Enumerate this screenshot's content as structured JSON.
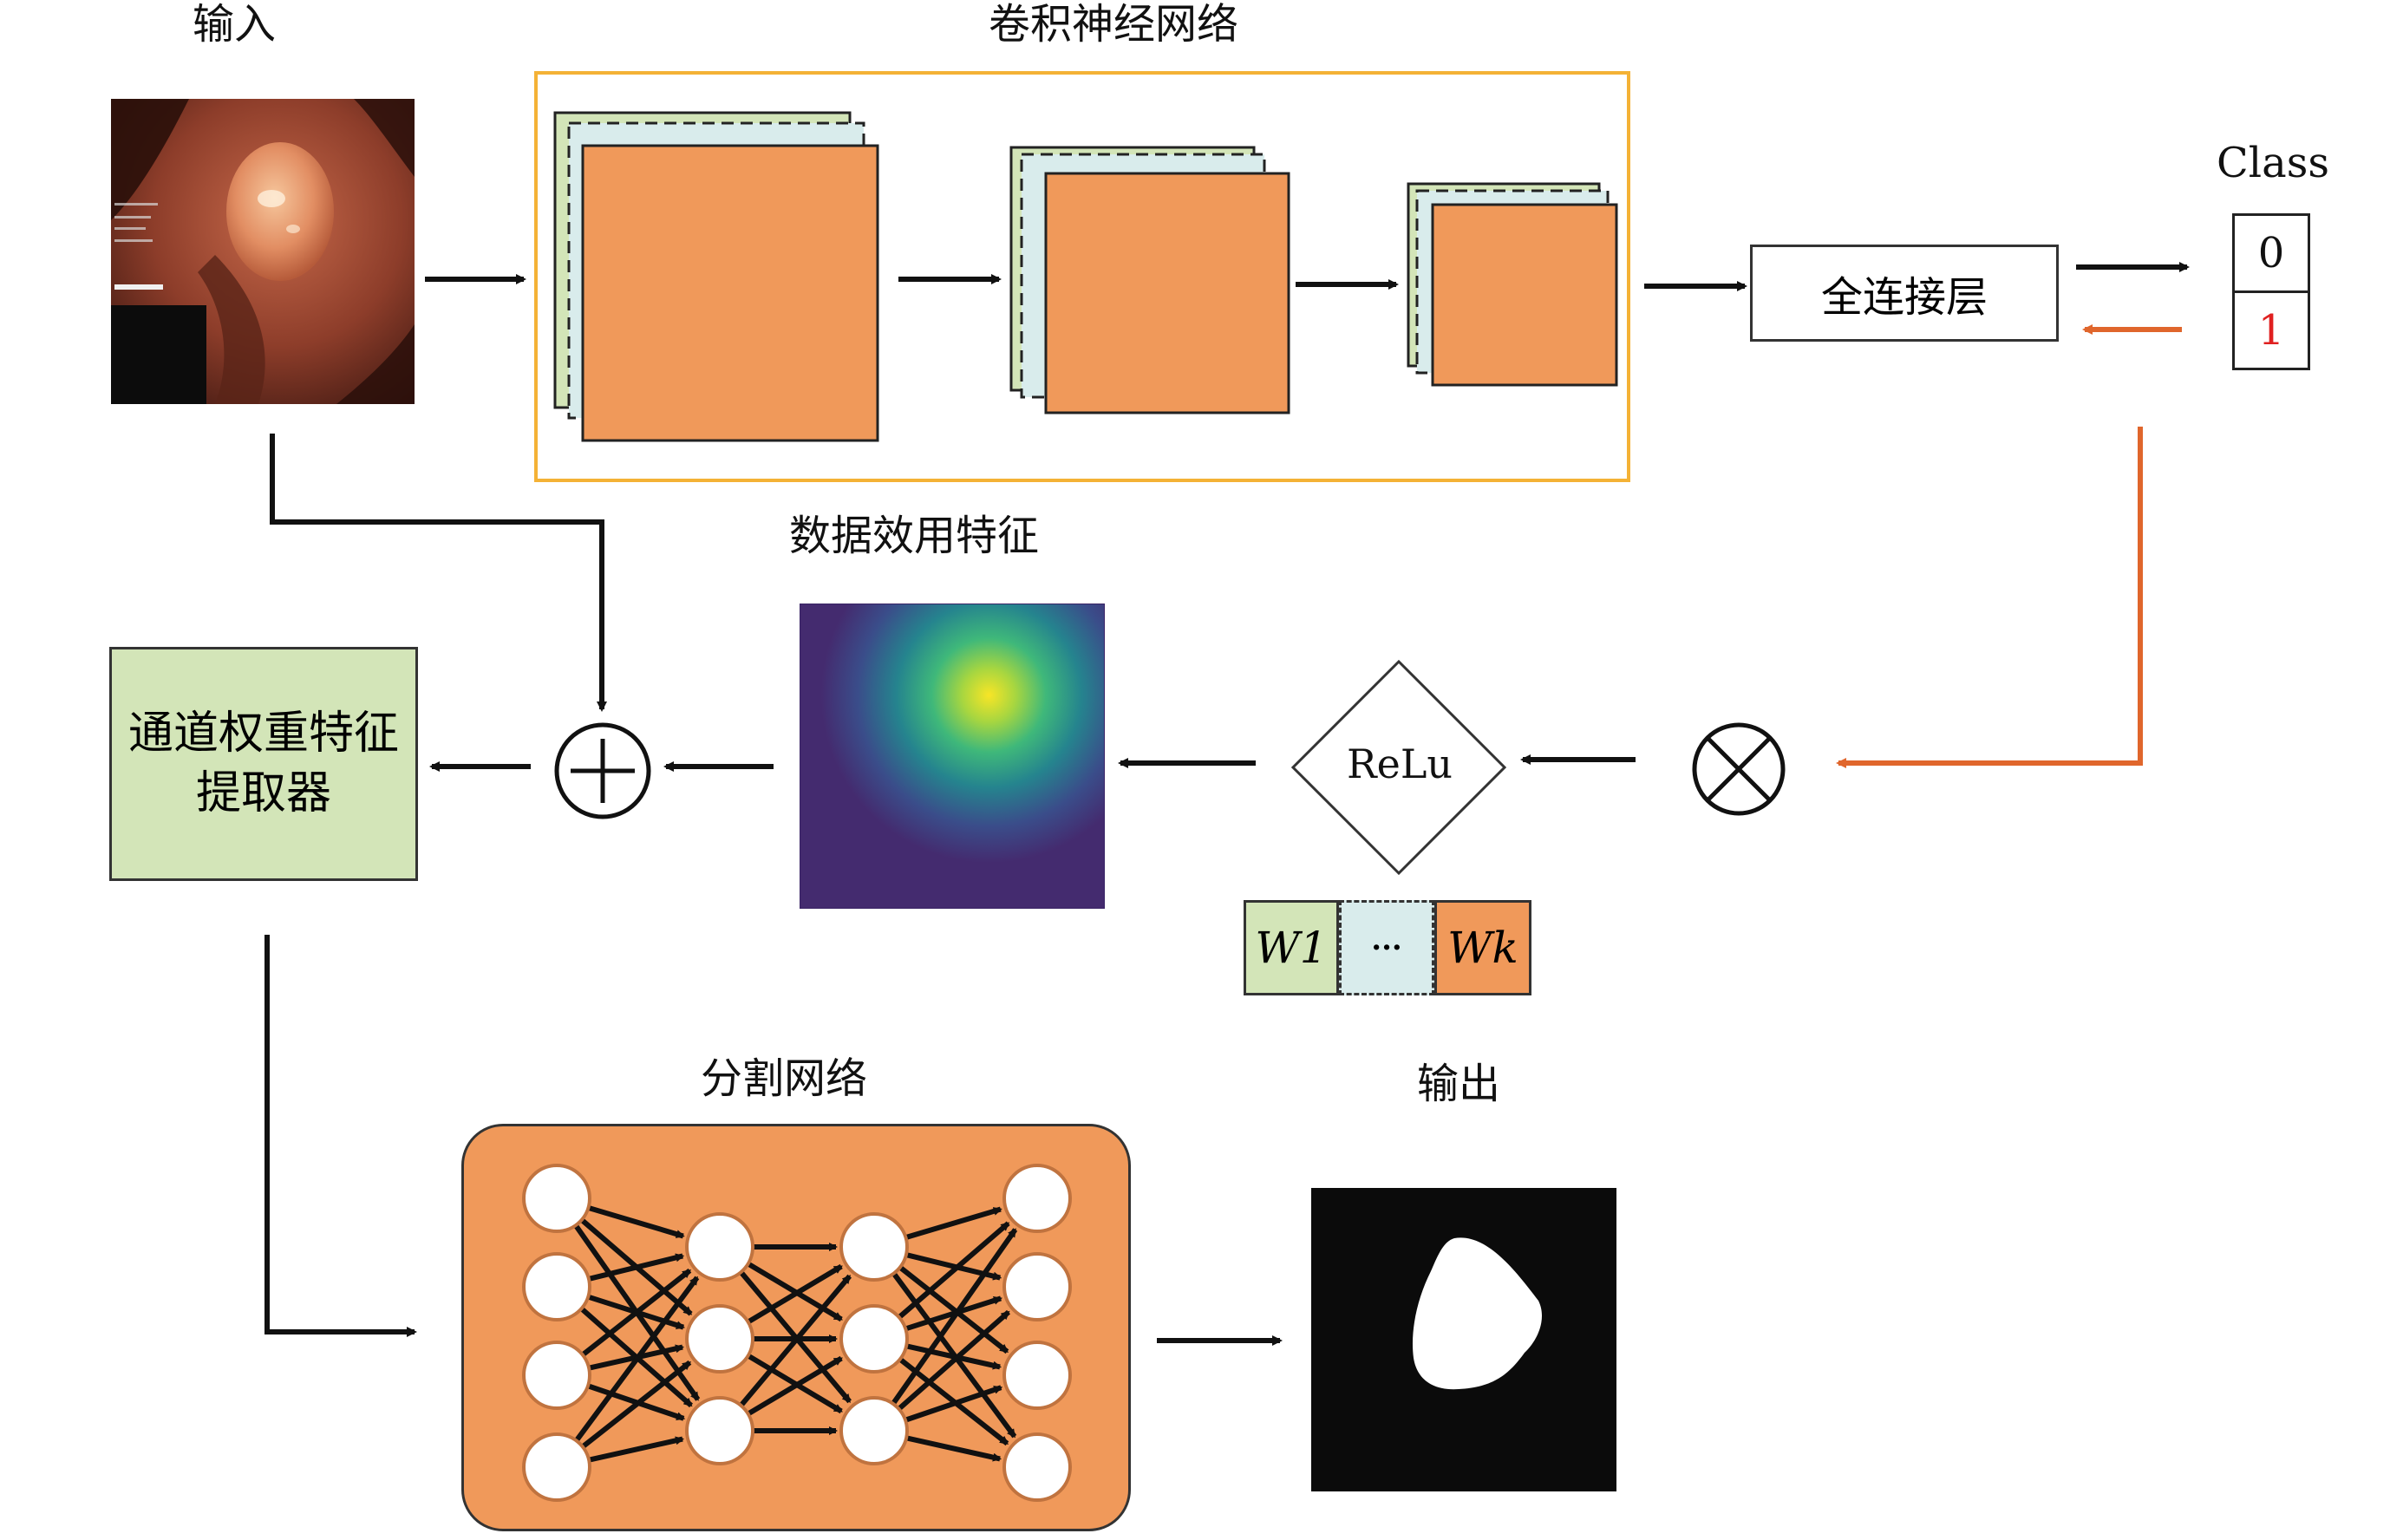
{
  "labels": {
    "input": "输入",
    "cnn": "卷积神经网络",
    "fc_layer": "全连接层",
    "class": "Class",
    "data_feature": "数据效用特征",
    "extractor": "通道权重特征\n提取器",
    "relu": "ReLu",
    "w1": "W1",
    "ellipsis": "···",
    "wk": "Wk",
    "seg_net": "分割网络",
    "output": "输出"
  },
  "class_values": [
    "0",
    "1"
  ],
  "symbols": {
    "plus": "+",
    "times": "×"
  },
  "colors": {
    "cnn_border": "#f4b236",
    "orange": "#f0995a",
    "green": "#d3e5b8",
    "light_blue": "#d9ecec",
    "arrow_black": "#111111",
    "arrow_orange": "#e0662c",
    "class_red": "#e02020"
  }
}
